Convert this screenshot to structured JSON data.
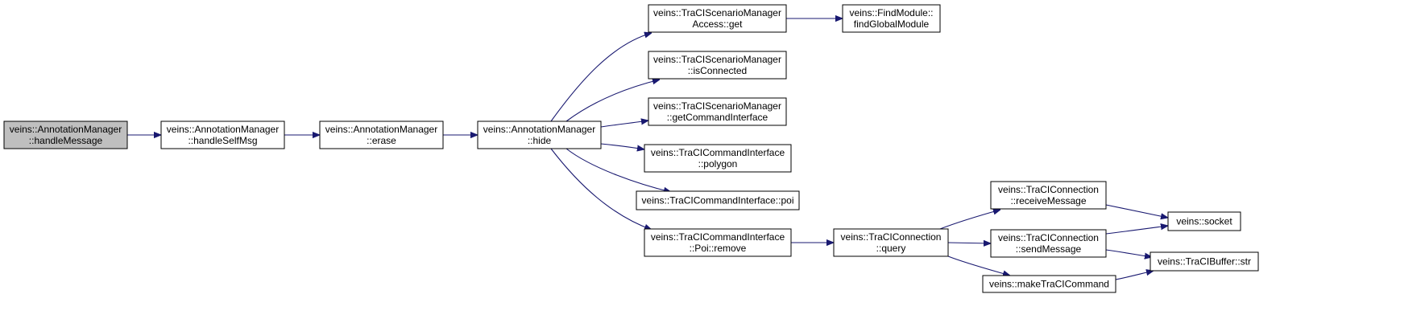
{
  "colors": {
    "edge": "#191970",
    "root_fill": "#bfbfbf",
    "node_fill": "#ffffff",
    "border": "#000000"
  },
  "nodes": [
    {
      "id": "annotationmanager-handlemessage",
      "lines": [
        "veins::AnnotationManager",
        "::handleMessage"
      ],
      "highlighted": true
    },
    {
      "id": "annotationmanager-handleselfmsg",
      "lines": [
        "veins::AnnotationManager",
        "::handleSelfMsg"
      ]
    },
    {
      "id": "annotationmanager-erase",
      "lines": [
        "veins::AnnotationManager",
        "::erase"
      ]
    },
    {
      "id": "annotationmanager-hide",
      "lines": [
        "veins::AnnotationManager",
        "::hide"
      ]
    },
    {
      "id": "traciscenariomanageraccess-get",
      "lines": [
        "veins::TraCIScenarioManager",
        "Access::get"
      ]
    },
    {
      "id": "findmodule-findglobalmodule",
      "lines": [
        "veins::FindModule::",
        "findGlobalModule"
      ]
    },
    {
      "id": "traciscenariomanager-isconnected",
      "lines": [
        "veins::TraCIScenarioManager",
        "::isConnected"
      ]
    },
    {
      "id": "traciscenariomanager-getcommandinterface",
      "lines": [
        "veins::TraCIScenarioManager",
        "::getCommandInterface"
      ]
    },
    {
      "id": "tracicommandinterface-polygon",
      "lines": [
        "veins::TraCICommandInterface",
        "::polygon"
      ]
    },
    {
      "id": "tracicommandinterface-poi",
      "lines": [
        "veins::TraCICommandInterface::poi"
      ]
    },
    {
      "id": "tracicommandinterface-poi-remove",
      "lines": [
        "veins::TraCICommandInterface",
        "::Poi::remove"
      ]
    },
    {
      "id": "traciconnection-query",
      "lines": [
        "veins::TraCIConnection",
        "::query"
      ]
    },
    {
      "id": "traciconnection-receivemessage",
      "lines": [
        "veins::TraCIConnection",
        "::receiveMessage"
      ]
    },
    {
      "id": "traciconnection-sendmessage",
      "lines": [
        "veins::TraCIConnection",
        "::sendMessage"
      ]
    },
    {
      "id": "maketracicommand",
      "lines": [
        "veins::makeTraCICommand"
      ]
    },
    {
      "id": "socket",
      "lines": [
        "veins::socket"
      ]
    },
    {
      "id": "tracibuffer-str",
      "lines": [
        "veins::TraCIBuffer::str"
      ]
    }
  ],
  "edges": [
    {
      "from": "annotationmanager-handlemessage",
      "to": "annotationmanager-handleselfmsg"
    },
    {
      "from": "annotationmanager-handleselfmsg",
      "to": "annotationmanager-erase"
    },
    {
      "from": "annotationmanager-erase",
      "to": "annotationmanager-hide"
    },
    {
      "from": "annotationmanager-hide",
      "to": "traciscenariomanageraccess-get"
    },
    {
      "from": "annotationmanager-hide",
      "to": "traciscenariomanager-isconnected"
    },
    {
      "from": "annotationmanager-hide",
      "to": "traciscenariomanager-getcommandinterface"
    },
    {
      "from": "annotationmanager-hide",
      "to": "tracicommandinterface-polygon"
    },
    {
      "from": "annotationmanager-hide",
      "to": "tracicommandinterface-poi"
    },
    {
      "from": "annotationmanager-hide",
      "to": "tracicommandinterface-poi-remove"
    },
    {
      "from": "traciscenariomanageraccess-get",
      "to": "findmodule-findglobalmodule"
    },
    {
      "from": "tracicommandinterface-poi-remove",
      "to": "traciconnection-query"
    },
    {
      "from": "traciconnection-query",
      "to": "traciconnection-receivemessage"
    },
    {
      "from": "traciconnection-query",
      "to": "traciconnection-sendmessage"
    },
    {
      "from": "traciconnection-query",
      "to": "maketracicommand"
    },
    {
      "from": "traciconnection-receivemessage",
      "to": "socket"
    },
    {
      "from": "traciconnection-sendmessage",
      "to": "socket"
    },
    {
      "from": "traciconnection-sendmessage",
      "to": "tracibuffer-str"
    },
    {
      "from": "maketracicommand",
      "to": "tracibuffer-str"
    }
  ]
}
